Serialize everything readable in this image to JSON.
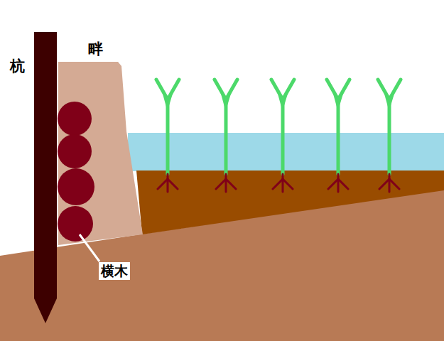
{
  "diagram": {
    "labels": [
      "杭",
      "畔",
      "横木"
    ]
  }
}
